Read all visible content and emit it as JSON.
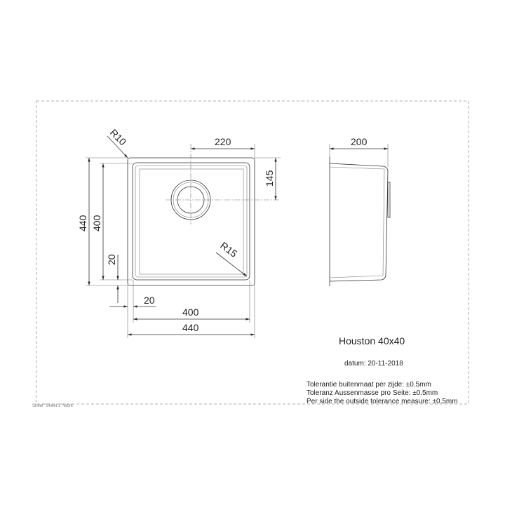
{
  "drawing": {
    "title": "Houston 40x40",
    "date": "datum: 20-11-2018",
    "tolerances": [
      "Tolerantie buitenmaat per zijde: ±0.5mm",
      "Toleranz Aussenmasse pro Seite: ±0.5mm",
      "Per side the outside tolerance measure: ±0.5mm"
    ],
    "sheet_label": "Sheet \"Sheet 1\" Work"
  },
  "dimensions": {
    "r10": "R10",
    "r15": "R15",
    "drain_x": "220",
    "drain_y": "145",
    "outer_height": "440",
    "inner_height": "400",
    "rim_vertical": "20",
    "rim_horizontal": "20",
    "inner_width": "400",
    "outer_width": "440",
    "depth": "200"
  }
}
